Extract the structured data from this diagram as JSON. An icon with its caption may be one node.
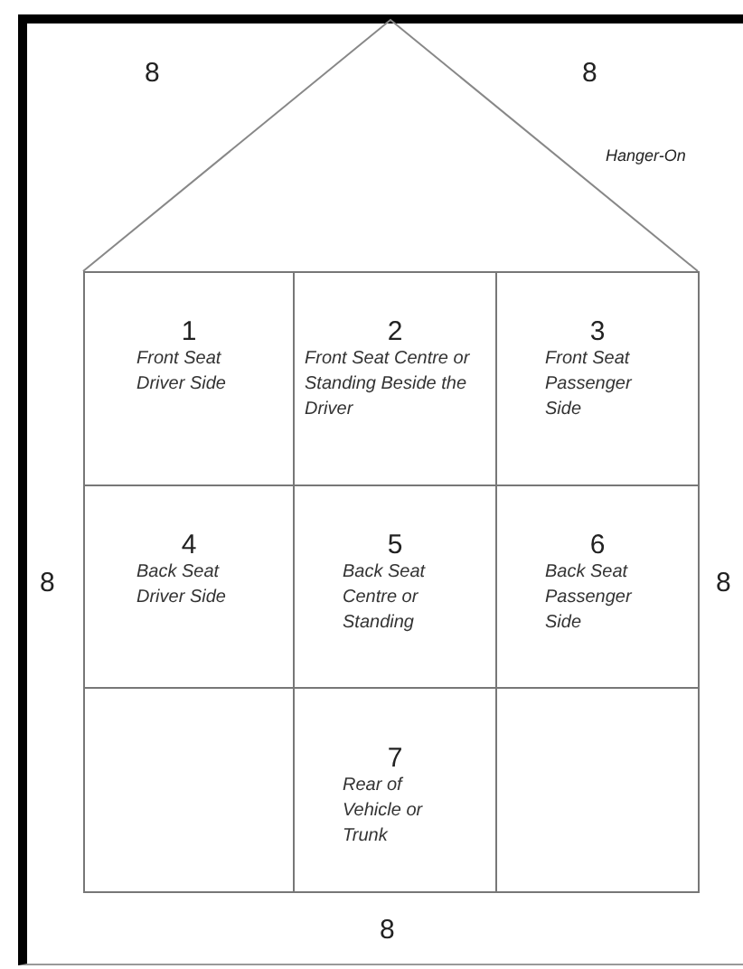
{
  "diagram": {
    "nodes": [
      {
        "text": [
          "1",
          "Front Seat Driver Side"
        ]
      },
      {
        "text": [
          "2",
          "Front Seat Centre or Standing Beside the Driver"
        ]
      },
      {
        "text": [
          "3",
          "Front Seat Passenger Side"
        ]
      },
      {
        "text": [
          "4",
          "Back Seat Driver Side"
        ]
      },
      {
        "text": [
          "5",
          "Back Seat Centre or Standing"
        ]
      },
      {
        "text": [
          "6",
          "Back Seat Passenger Side"
        ]
      },
      {
        "text": [],
        "shape": "box"
      },
      {
        "text": [
          "7",
          "Rear of Vehicle or Trunk"
        ]
      },
      {
        "text": [],
        "shape": "box"
      }
    ],
    "edges": [],
    "labels": [
      "8",
      "8",
      "Hanger-On",
      "8",
      "8",
      "8"
    ]
  }
}
